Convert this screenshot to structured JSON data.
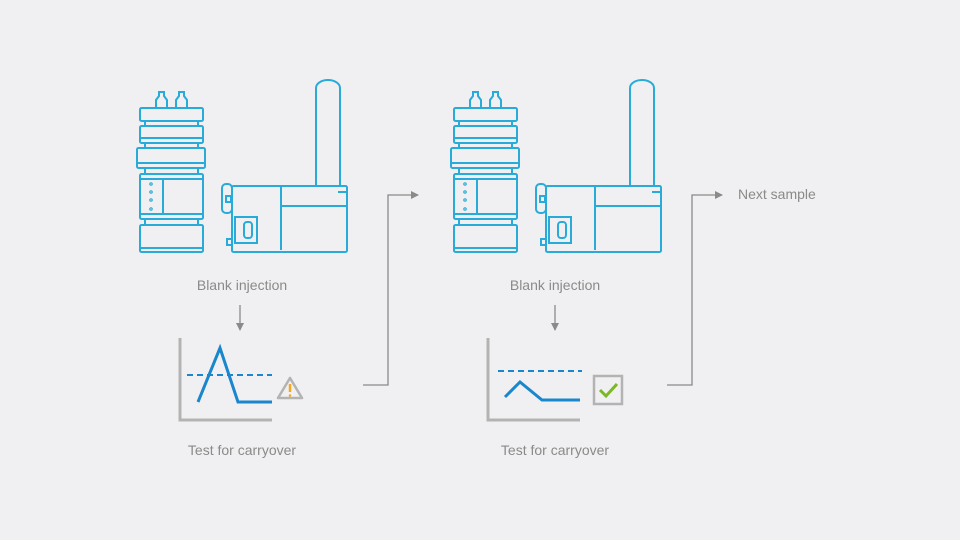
{
  "steps": [
    {
      "instrument_label": "Blank injection",
      "test_label": "Test for carryover",
      "result": "warning"
    },
    {
      "instrument_label": "Blank injection",
      "test_label": "Test for carryover",
      "result": "pass"
    }
  ],
  "next_label": "Next sample",
  "colors": {
    "instrument": "#29abd9",
    "chart": "#1a86cc",
    "axis": "#b3b3b3",
    "warning": "#f5a623",
    "pass": "#7cb826",
    "arrow": "#8a8a8a"
  }
}
